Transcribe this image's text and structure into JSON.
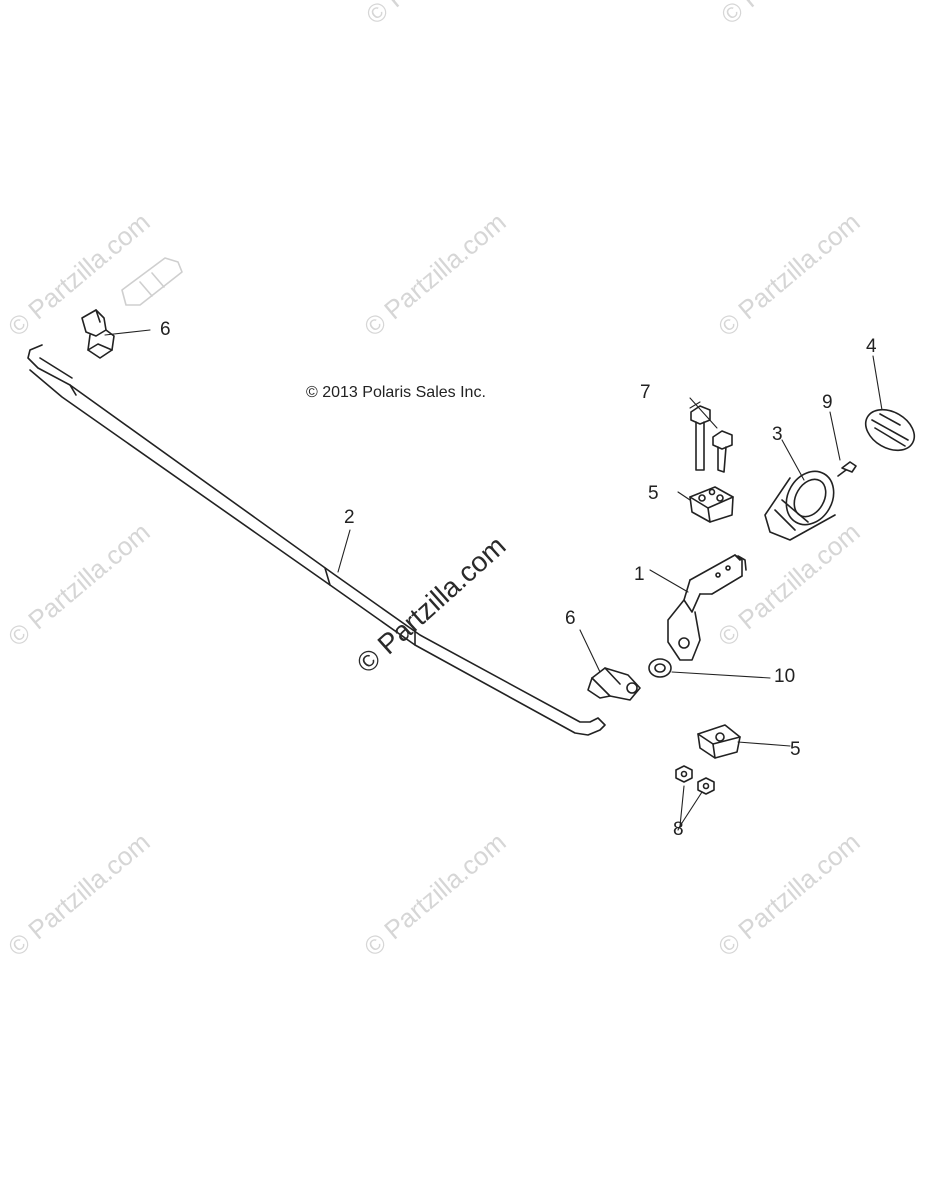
{
  "copyright": "© 2013 Polaris Sales Inc.",
  "watermark": "© Partzilla.com",
  "center_watermark": "© Partzilla.com",
  "callouts": [
    "1",
    "2",
    "3",
    "4",
    "5",
    "5",
    "6",
    "6",
    "7",
    "8",
    "9",
    "10"
  ],
  "colors": {
    "line": "#222222",
    "watermark": "#d6d6d6"
  }
}
